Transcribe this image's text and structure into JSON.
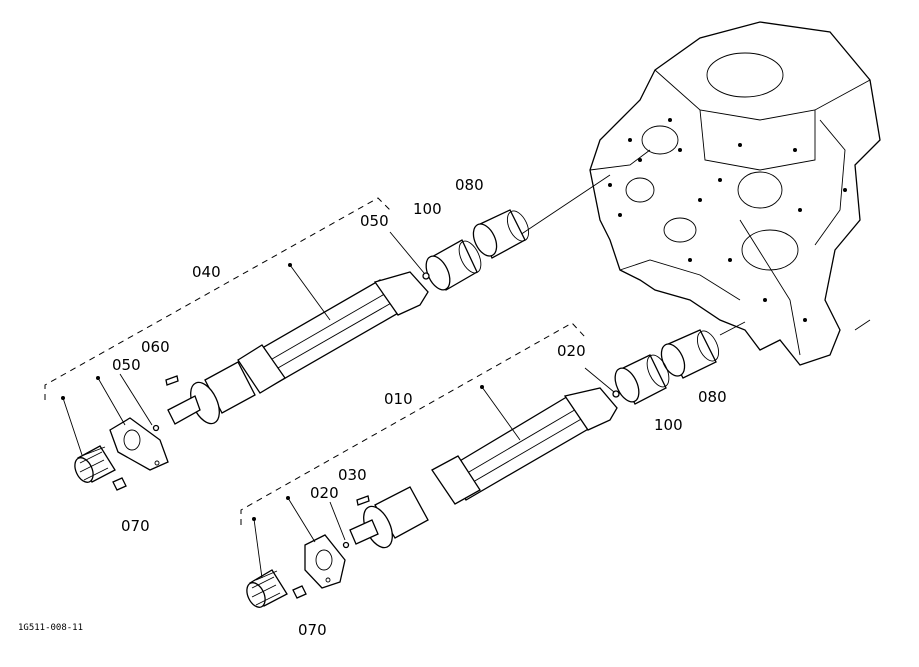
{
  "diagram": {
    "labels": {
      "p010": "010",
      "p020a": "020",
      "p020b": "020",
      "p030": "030",
      "p040": "040",
      "p050a": "050",
      "p050b": "050",
      "p060": "060",
      "p070a": "070",
      "p070b": "070",
      "p080a": "080",
      "p080b": "080",
      "p100a": "100",
      "p100b": "100"
    },
    "drawing_code": "1G511-008-11"
  }
}
